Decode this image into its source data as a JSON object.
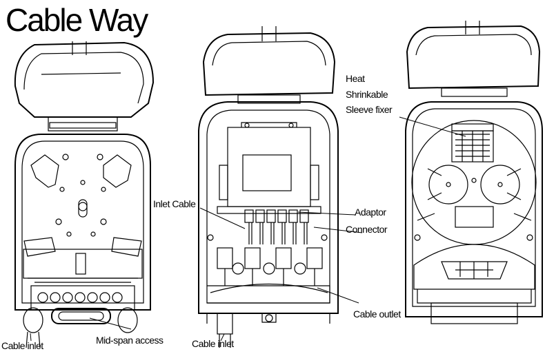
{
  "title": "Cable Way",
  "labels": {
    "heat_line1": "Heat",
    "heat_line2": "Shrinkable",
    "heat_line3": "Sleeve fixer",
    "inlet_cable": "Inlet Cable",
    "adaptor": "Adaptor",
    "connector": "Connector",
    "cable_outlet": "Cable outlet",
    "cable_inlet_left": "Cable inlet",
    "mid_span_access": "Mid-span access",
    "cable_inlet_center": "Cable inlet"
  },
  "colors": {
    "stroke": "#000000",
    "background": "#ffffff"
  }
}
